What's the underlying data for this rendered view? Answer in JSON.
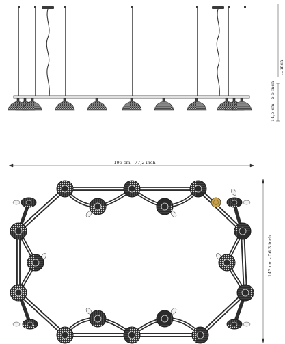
{
  "dimensions": {
    "drop_height": "14,5 cm - 5,5 inch",
    "length": "196 cm - 77,2 inch",
    "width": "143 cm - 56,3 inch",
    "total_height_fragment": "... inch"
  },
  "colors": {
    "line": "#222222",
    "frame": "#3a3a3a",
    "shade_dark": "#2b2b2b",
    "shade_pattern": "#d8d8d8",
    "accent_gold": "#c9a14a"
  }
}
